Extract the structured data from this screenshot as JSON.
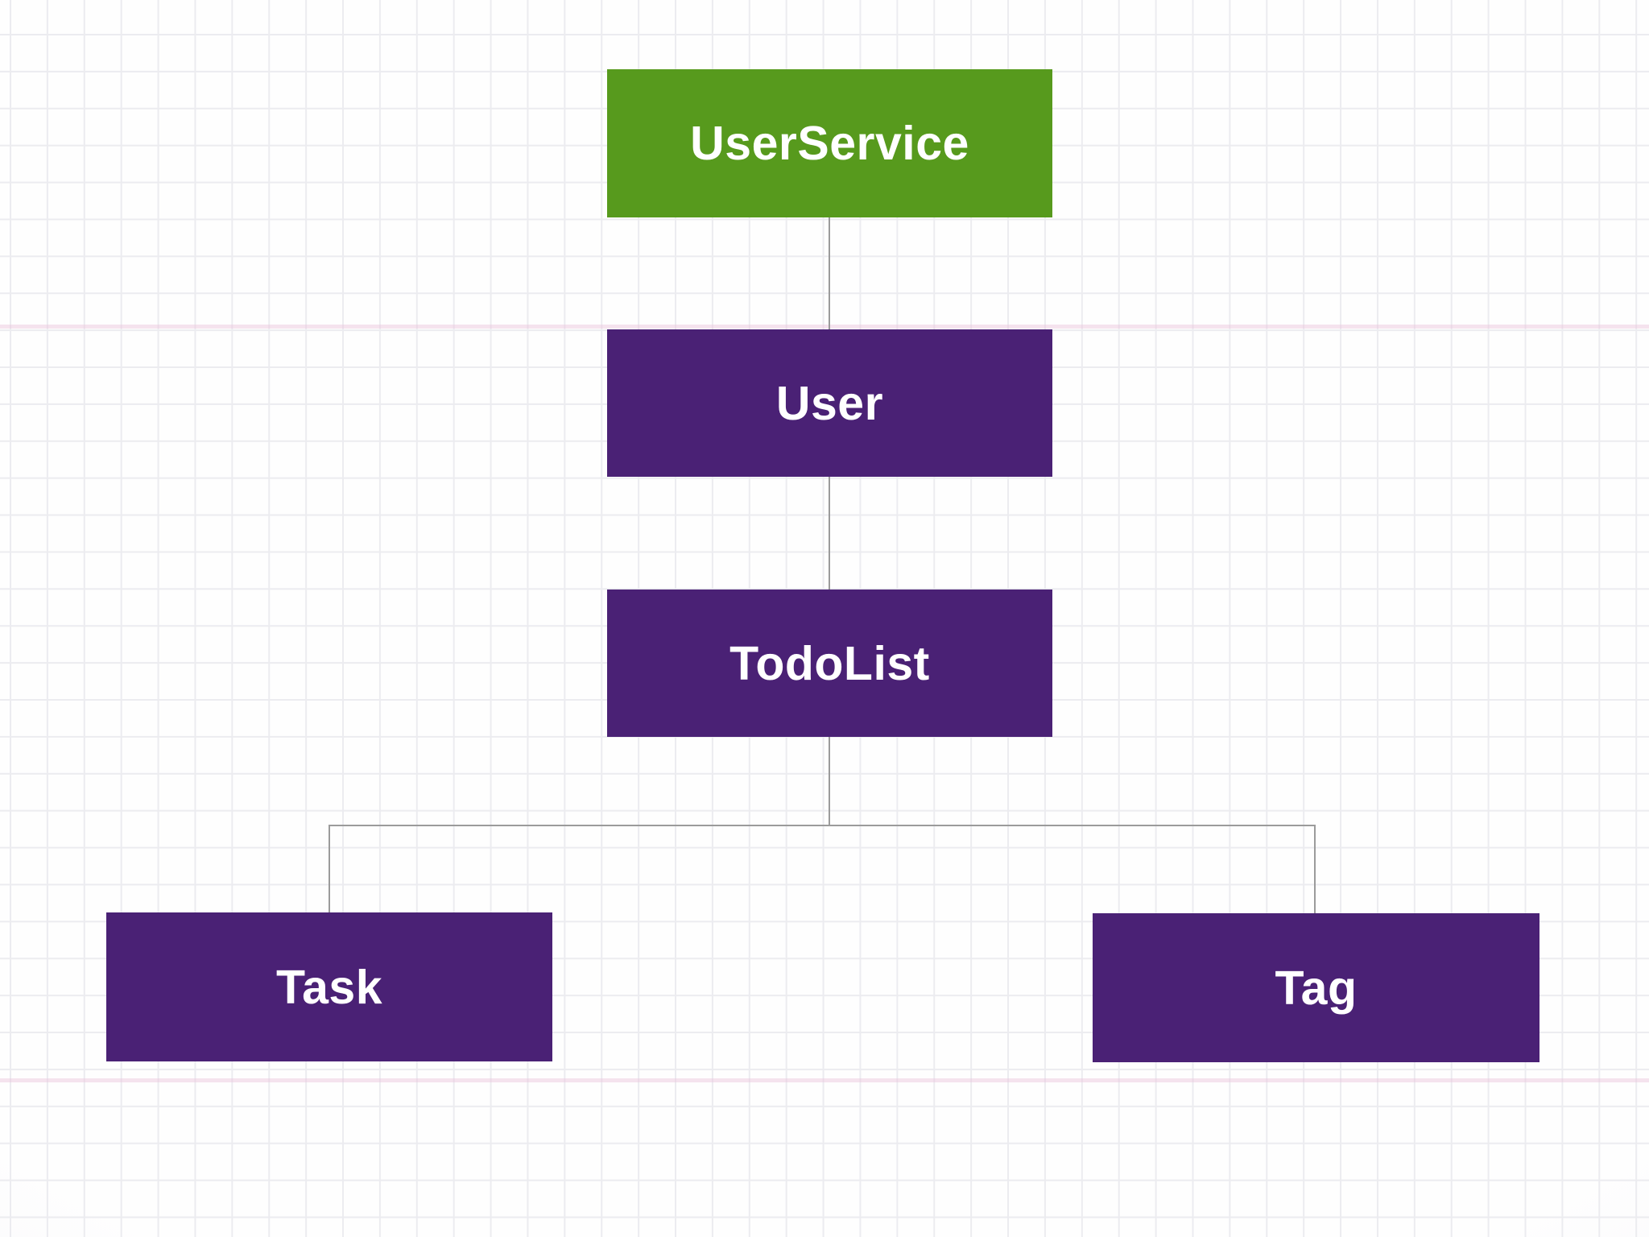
{
  "diagram": {
    "type": "hierarchy",
    "nodes": [
      {
        "id": "userservice",
        "label": "UserService",
        "fill": "#579a1d",
        "text_color": "#ffffff"
      },
      {
        "id": "user",
        "label": "User",
        "fill": "#4a2175",
        "text_color": "#ffffff"
      },
      {
        "id": "todolist",
        "label": "TodoList",
        "fill": "#4a2175",
        "text_color": "#ffffff"
      },
      {
        "id": "task",
        "label": "Task",
        "fill": "#4a2175",
        "text_color": "#ffffff"
      },
      {
        "id": "tag",
        "label": "Tag",
        "fill": "#4a2175",
        "text_color": "#ffffff"
      }
    ],
    "edges": [
      {
        "from": "userservice",
        "to": "user"
      },
      {
        "from": "user",
        "to": "todolist"
      },
      {
        "from": "todolist",
        "to": "task"
      },
      {
        "from": "todolist",
        "to": "tag"
      }
    ],
    "colors": {
      "green_node": "#579a1d",
      "purple_node": "#4a2175",
      "node_text": "#ffffff",
      "connector": "#9b9b9b",
      "grid_line": "#ececf0",
      "grid_accent_line": "#ecc4dc",
      "background": "#fefefe"
    }
  }
}
